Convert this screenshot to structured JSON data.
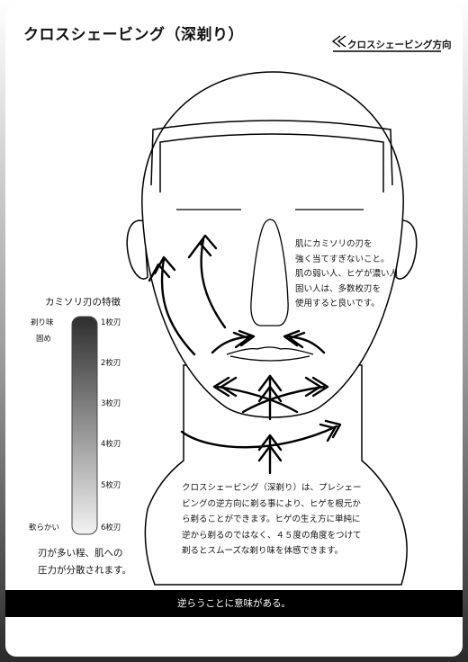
{
  "title": "クロスシェービング（深剃り）",
  "direction_label": "クロスシェービング方向",
  "note_skin": [
    "肌にカミソリの刃を",
    "強く当てすぎないこと。",
    "肌の弱い人、ヒゲが濃い人",
    "固い人は、多数枚刃を",
    "使用すると良いです。"
  ],
  "blade_scale": {
    "title": "カミソリ刃の特徴",
    "top_left_label": "剃り味",
    "top_left_label2": "固め",
    "bottom_left_label": "軟らかい",
    "levels": [
      "1枚刃",
      "2枚刃",
      "3枚刃",
      "4枚刃",
      "5枚刃",
      "6枚刃"
    ],
    "note": [
      "刃が多い程、肌への",
      "圧力が分散されます。"
    ]
  },
  "description": [
    "クロスシェービング（深剃り）は、プレシェー",
    "ビングの逆方向に剃る事により、ヒゲを根元か",
    "ら剃ることができます。ヒゲの生え方に単純に",
    "逆から剃るのではなく、４５度の角度をつけて",
    "剃るとスムーズな剃り味を体感できます。"
  ],
  "bottom_banner": "逆らうことに意味がある。",
  "colors": {
    "bar_dark": "#303030",
    "bar_light": "#f2f2f2",
    "banner": "#000000"
  }
}
